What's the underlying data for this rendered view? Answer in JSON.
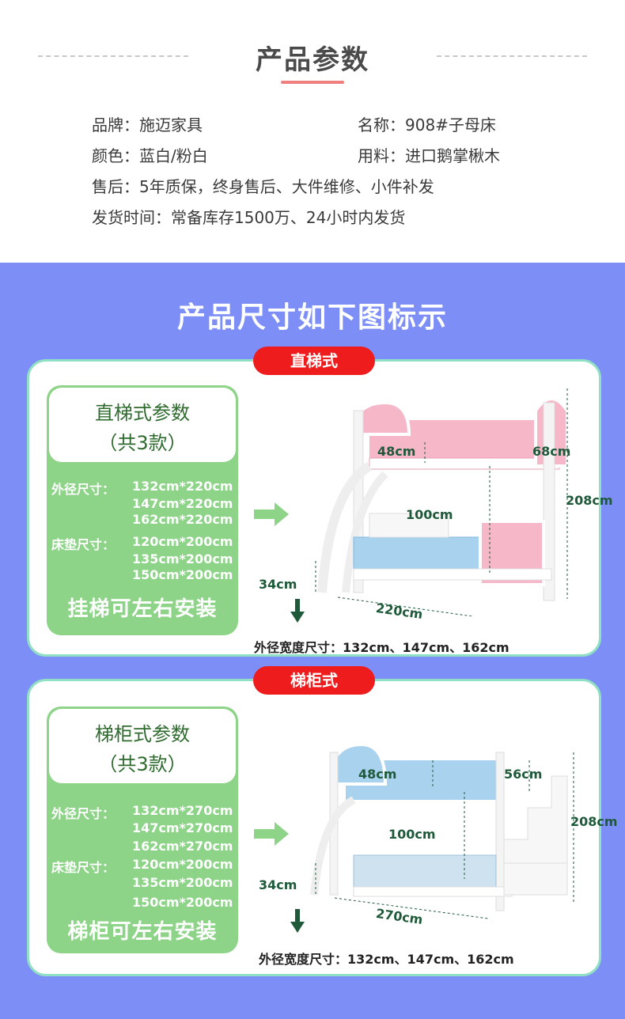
{
  "params": {
    "title": "产品参数",
    "rows": [
      {
        "left": "品牌：施迈家具",
        "right": "名称：908#子母床"
      },
      {
        "left": "颜色：蓝白/粉白",
        "right": "用料：进口鹅掌楸木"
      },
      {
        "left": "售后：5年质保，终身售后、大件维修、小件补发",
        "right": ""
      },
      {
        "left": "发货时间：常备库存1500万、24小时内发货",
        "right": ""
      }
    ]
  },
  "sizes": {
    "title": "产品尺寸如下图标示",
    "colors": {
      "bg": "#7d8ff7",
      "pill": "#ee1c1c",
      "spec": "#8dd488",
      "border": "#8fe0c4"
    },
    "cards": [
      {
        "tag": "直梯式",
        "spec_title_1": "直梯式参数",
        "spec_title_2": "（共3款）",
        "outer_label": "外径尺寸：",
        "outer": [
          "132cm*220cm",
          "147cm*220cm",
          "162cm*220cm"
        ],
        "mattress_label": "床垫尺寸：",
        "mattress": [
          "120cm*200cm",
          "135cm*200cm",
          "150cm*200cm"
        ],
        "footer": "挂梯可左右安装",
        "dims": {
          "a": "48cm",
          "b": "68cm",
          "c": "208cm",
          "d": "100cm",
          "e": "34cm",
          "f": "220cm"
        },
        "width_note": "外径宽度尺寸：132cm、147cm、162cm"
      },
      {
        "tag": "梯柜式",
        "spec_title_1": "梯柜式参数",
        "spec_title_2": "（共3款）",
        "outer_label": "外径尺寸：",
        "outer": [
          "132cm*270cm",
          "147cm*270cm",
          "162cm*270cm"
        ],
        "mattress_label": "床垫尺寸：",
        "mattress": [
          "120cm*200cm",
          "135cm*200cm",
          "150cm*200cm"
        ],
        "footer": "梯柜可左右安装",
        "dims": {
          "a": "48cm",
          "b": "56cm",
          "c": "208cm",
          "d": "100cm",
          "e": "34cm",
          "f": "270cm"
        },
        "width_note": "外径宽度尺寸：132cm、147cm、162cm"
      }
    ]
  }
}
